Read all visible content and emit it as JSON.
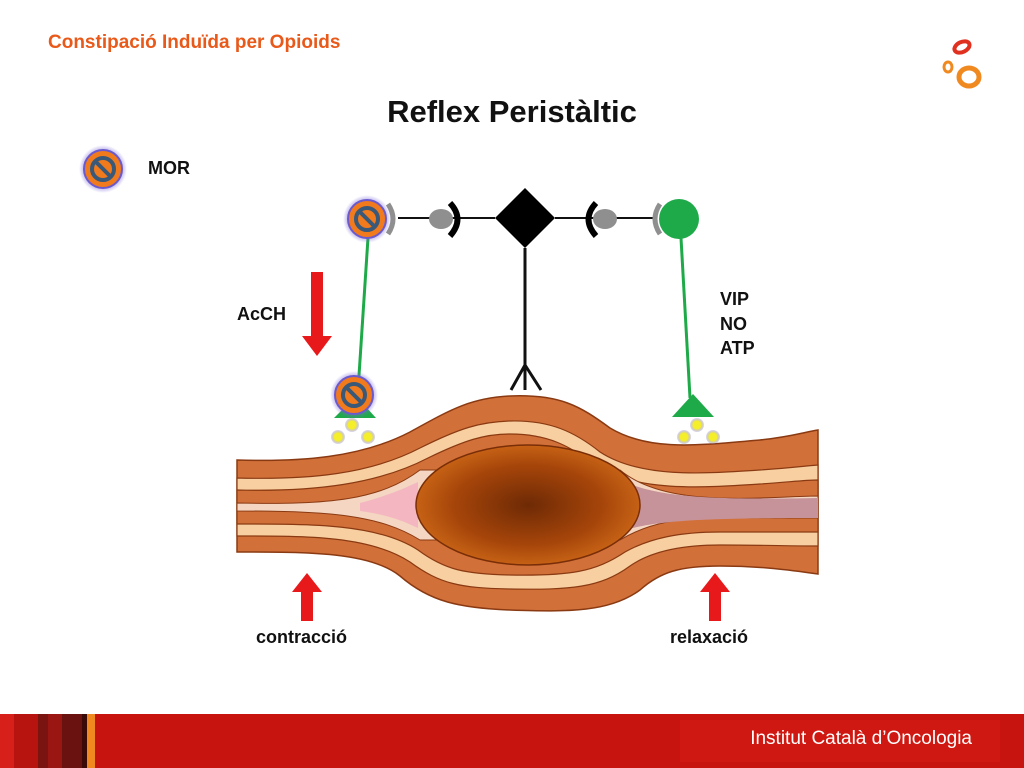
{
  "header": {
    "title": "Constipació Induïda per Opioids"
  },
  "slide": {
    "title": "Reflex Peristàltic"
  },
  "legend": {
    "mor_label": "MOR"
  },
  "labels": {
    "acch": "AcCH",
    "vip": "VIP",
    "no": "NO",
    "atp": "ATP",
    "contraccio": "contracció",
    "relaxacio": "relaxació"
  },
  "footer": {
    "institution": "Institut Català d’Oncologia"
  },
  "colors": {
    "header_orange": "#e8591a",
    "footer_red": "#c8140f",
    "arrow_red": "#e8191a",
    "neuron_green": "#1faa4a",
    "receptor_orange": "#f07a1c",
    "receptor_glow": "#7b68d8",
    "vesicle_yellow": "#f5ee2a",
    "gut_outer": "#d2703a",
    "gut_layer": "#f8cfa0",
    "bolus": "#b4500c"
  }
}
